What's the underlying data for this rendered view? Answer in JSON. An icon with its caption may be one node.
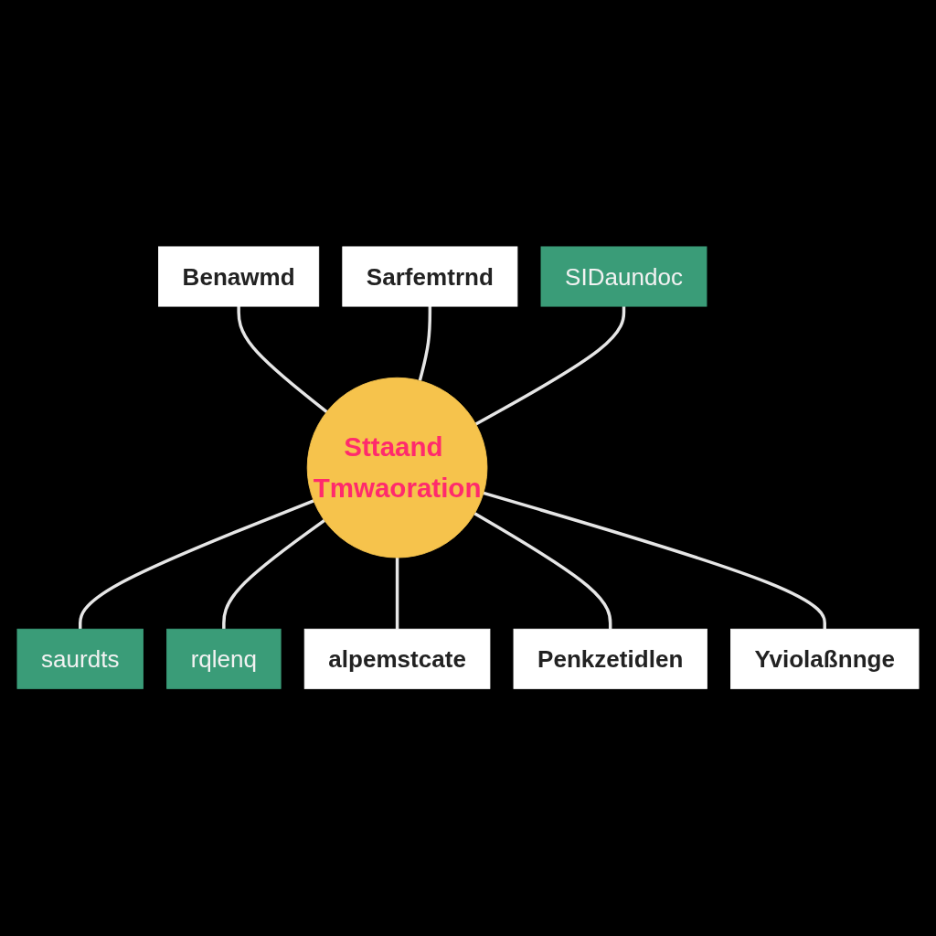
{
  "diagram": {
    "nodes": [
      {
        "text": [
          "Benawmd"
        ]
      },
      {
        "text": [
          "Sarfemtrnd"
        ]
      },
      {
        "text": [
          "SIDaundoc"
        ]
      },
      {
        "text": [
          "Sttaand Tmwaoration"
        ]
      },
      {
        "text": [
          "saurdts"
        ]
      },
      {
        "text": [
          "rqlenq"
        ]
      },
      {
        "text": [
          "alpemstcate"
        ]
      },
      {
        "text": [
          "Penkzetidlen"
        ]
      },
      {
        "text": [
          "Yviolaßnnge"
        ]
      }
    ],
    "edges": [
      {
        "from": 0,
        "to": 3,
        "arrow": "none"
      },
      {
        "from": 1,
        "to": 3,
        "arrow": "none"
      },
      {
        "from": 2,
        "to": 3,
        "arrow": "none"
      },
      {
        "from": 3,
        "to": 4,
        "arrow": "none"
      },
      {
        "from": 3,
        "to": 5,
        "arrow": "none"
      },
      {
        "from": 3,
        "to": 6,
        "arrow": "none"
      },
      {
        "from": 3,
        "to": 7,
        "arrow": "none"
      },
      {
        "from": 3,
        "to": 8,
        "arrow": "none"
      }
    ]
  }
}
